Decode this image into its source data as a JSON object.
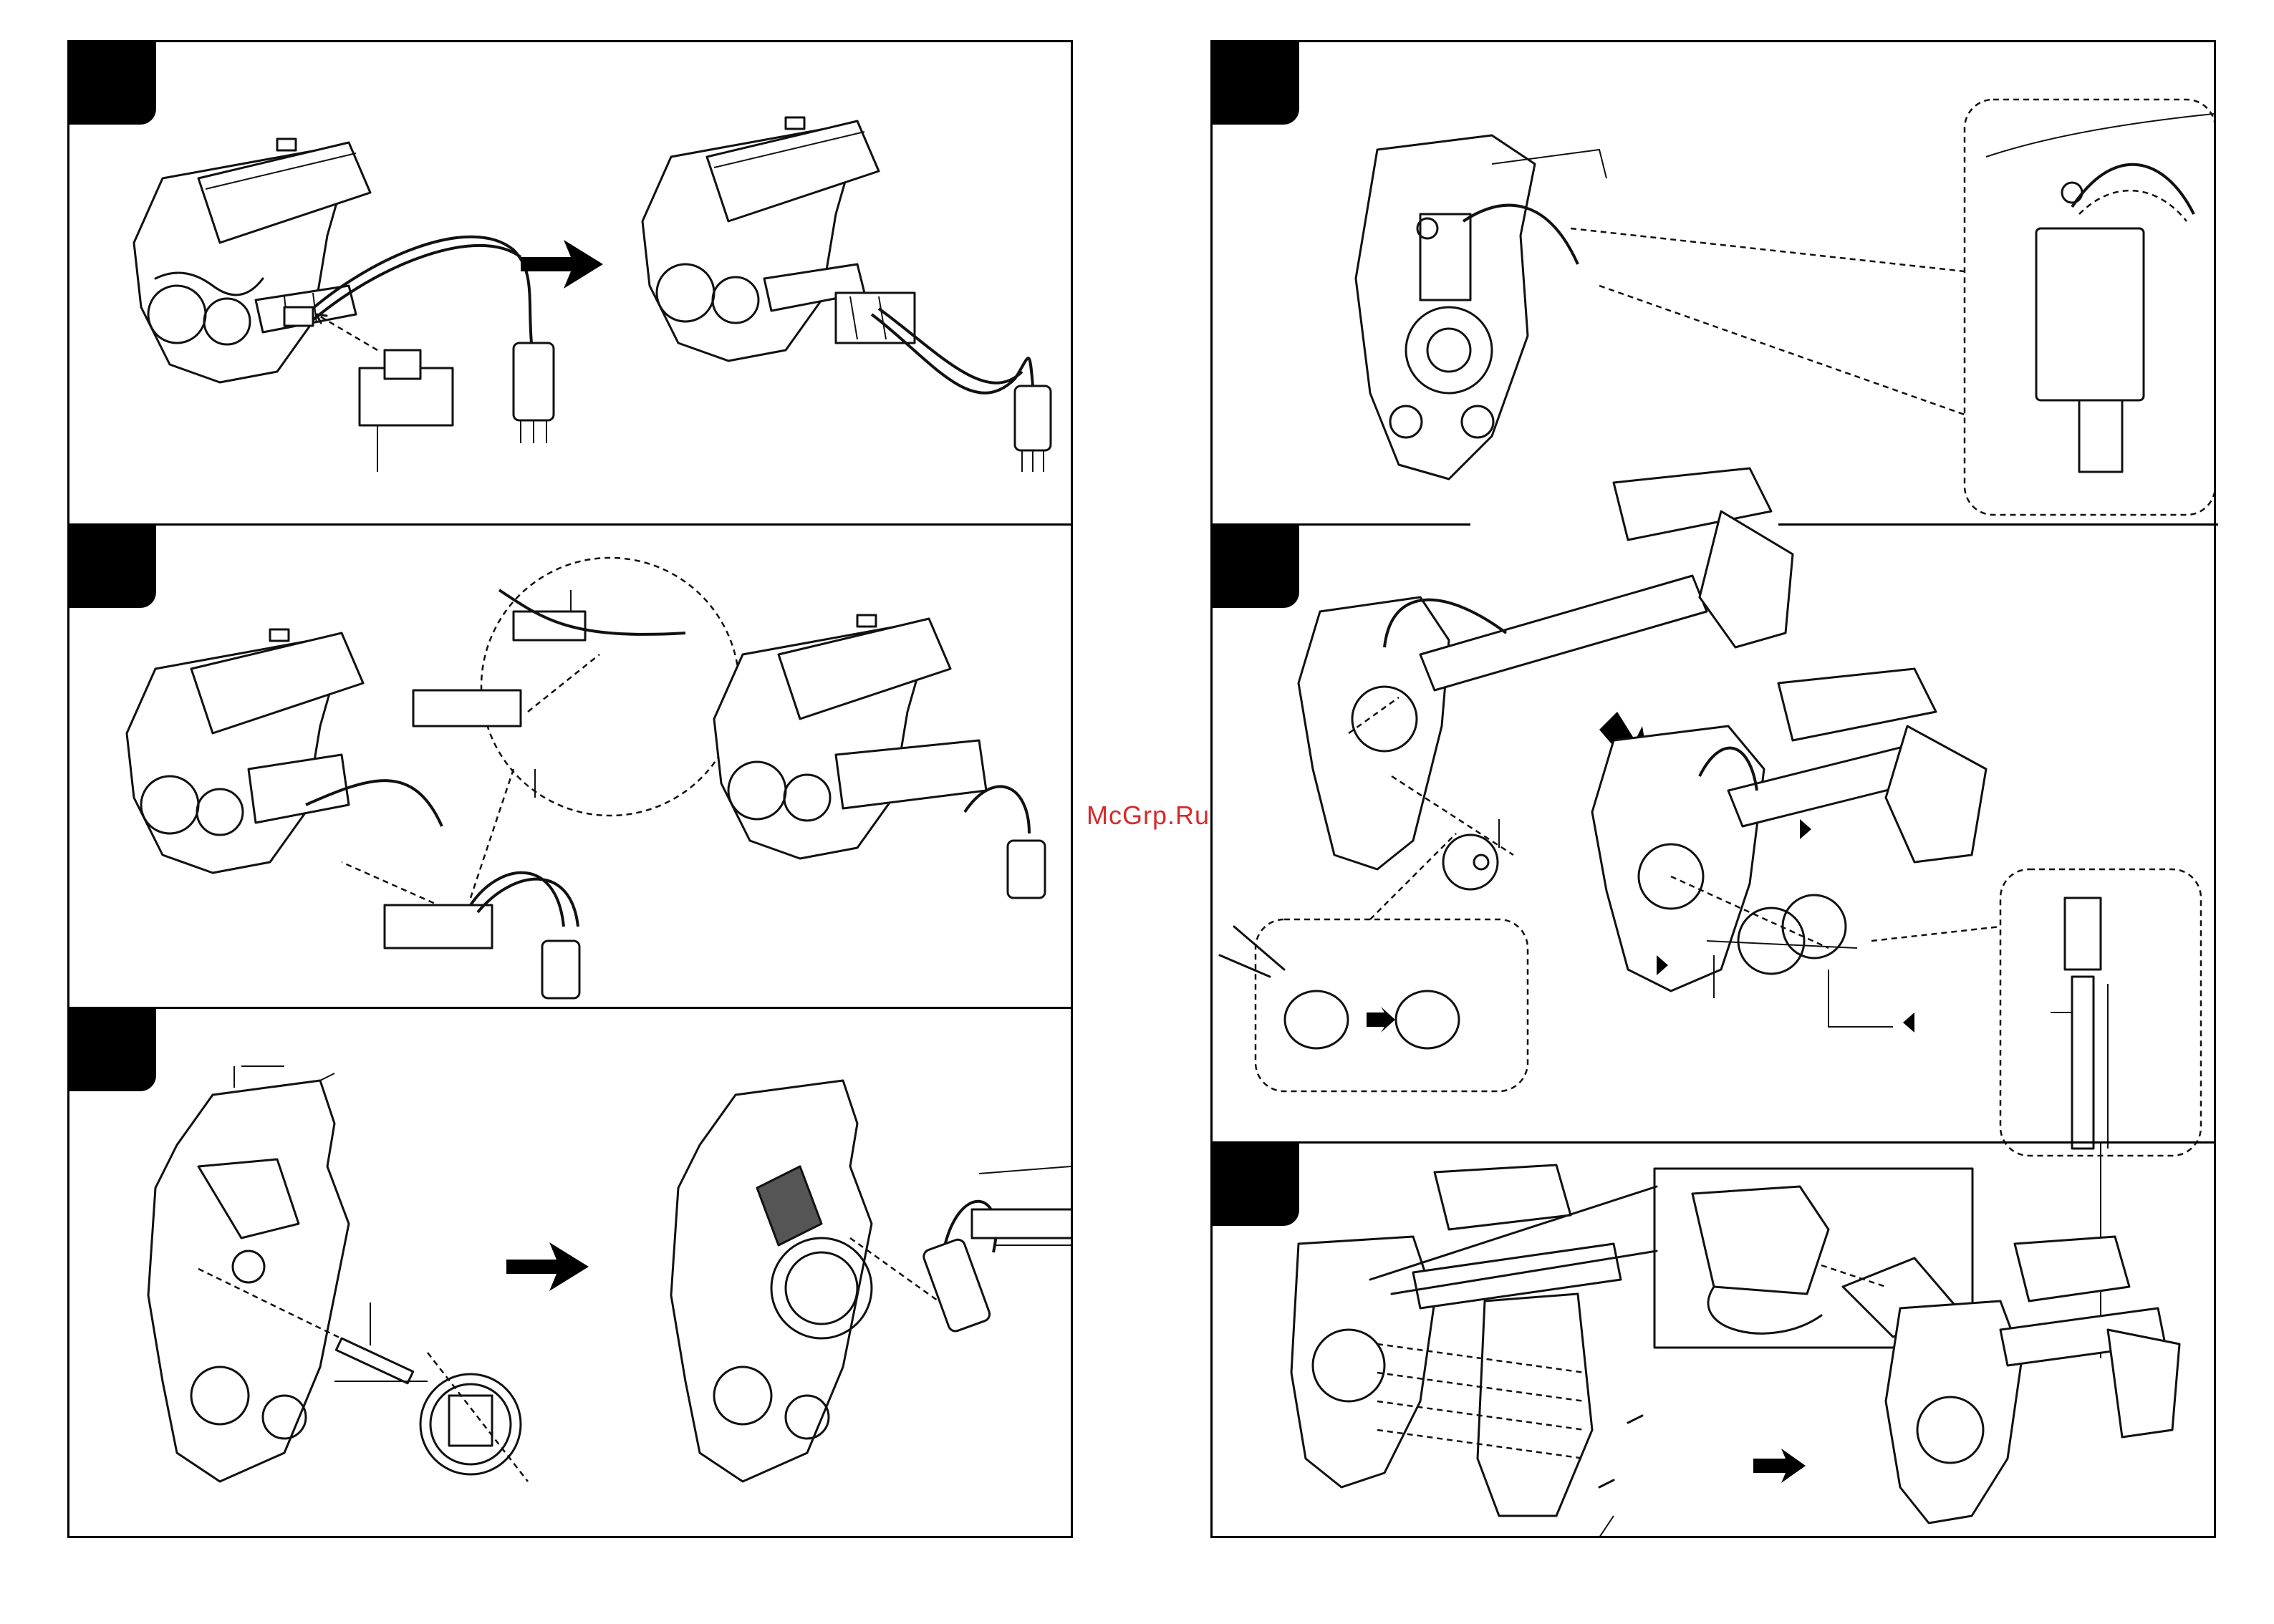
{
  "watermark": "McGrp.Ru",
  "left_column": {
    "panels": [
      {
        "step_id": "step-1"
      },
      {
        "step_id": "step-2"
      },
      {
        "step_id": "step-3"
      }
    ]
  },
  "right_column": {
    "panels": [
      {
        "step_id": "step-4"
      },
      {
        "step_id": "step-5"
      },
      {
        "step_id": "step-6"
      }
    ]
  }
}
